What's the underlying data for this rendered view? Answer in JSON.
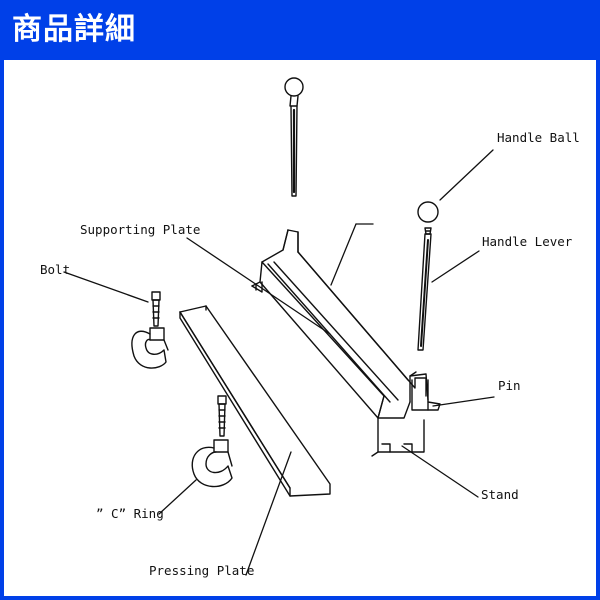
{
  "header": {
    "title": "商品詳細",
    "background_color": "#0040e8",
    "text_color": "#ffffff"
  },
  "diagram": {
    "labels": {
      "handle_ball": "Handle Ball",
      "supporting_plate": "Supporting Plate",
      "handle_lever": "Handle Lever",
      "bolt": "Bolt",
      "pin": "Pin",
      "stand": "Stand",
      "c_ring": "” C” Ring",
      "pressing_plate": "Pressing Plate"
    },
    "line_color": "#111111"
  },
  "frame": {
    "border_color": "#0040e8"
  }
}
